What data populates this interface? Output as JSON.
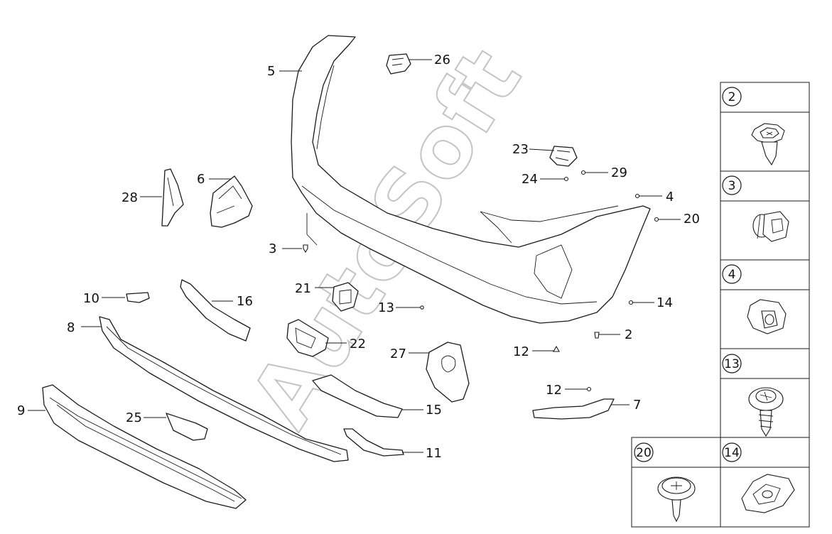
{
  "watermark": "AutoSoft",
  "callouts": [
    {
      "id": "c5",
      "text": "5"
    },
    {
      "id": "c26",
      "text": "26"
    },
    {
      "id": "c6",
      "text": "6"
    },
    {
      "id": "c28",
      "text": "28"
    },
    {
      "id": "c23",
      "text": "23"
    },
    {
      "id": "c24",
      "text": "24"
    },
    {
      "id": "c29",
      "text": "29"
    },
    {
      "id": "c4",
      "text": "4"
    },
    {
      "id": "c20",
      "text": "20"
    },
    {
      "id": "c3",
      "text": "3"
    },
    {
      "id": "c10",
      "text": "10"
    },
    {
      "id": "c16",
      "text": "16"
    },
    {
      "id": "c21",
      "text": "21"
    },
    {
      "id": "c13",
      "text": "13"
    },
    {
      "id": "c14",
      "text": "14"
    },
    {
      "id": "c8",
      "text": "8"
    },
    {
      "id": "c22",
      "text": "22"
    },
    {
      "id": "c2",
      "text": "2"
    },
    {
      "id": "c27",
      "text": "27"
    },
    {
      "id": "c12a",
      "text": "12"
    },
    {
      "id": "c12b",
      "text": "12"
    },
    {
      "id": "c9",
      "text": "9"
    },
    {
      "id": "c25",
      "text": "25"
    },
    {
      "id": "c15",
      "text": "15"
    },
    {
      "id": "c7",
      "text": "7"
    },
    {
      "id": "c11",
      "text": "11"
    }
  ],
  "fastener_table": [
    {
      "number": "2",
      "icon": "hex-flange-bolt-icon"
    },
    {
      "number": "3",
      "icon": "hex-head-bolt-icon"
    },
    {
      "number": "4",
      "icon": "expanding-nut-icon"
    },
    {
      "number": "13",
      "icon": "washer-head-screw-icon"
    },
    {
      "number": "20",
      "icon": "pan-head-screw-icon"
    },
    {
      "number": "14",
      "icon": "spring-clip-nut-icon"
    }
  ]
}
